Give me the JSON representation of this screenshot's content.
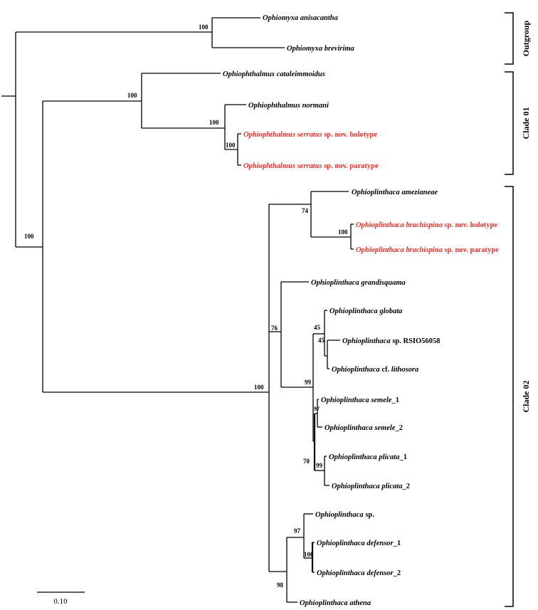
{
  "taxa": {
    "t1": {
      "genus": "Ophiomyxa",
      "epithet": "anisacantha",
      "suffix": "",
      "color": "#000000"
    },
    "t2": {
      "genus": "Ophiomyxa",
      "epithet": "brevirima",
      "suffix": "",
      "color": "#000000"
    },
    "t3": {
      "genus": "Ophiophthalmus",
      "epithet": "cataleimmoidus",
      "suffix": "",
      "color": "#000000"
    },
    "t4": {
      "genus": "Ophiophthalmus",
      "epithet": "normani",
      "suffix": "",
      "color": "#000000"
    },
    "t5": {
      "genus": "Ophiophthalmus",
      "epithet": "serratus",
      "suffix": "sp. nov. holotype",
      "color": "#e8302a"
    },
    "t6": {
      "genus": "Ophiophthalmus",
      "epithet": "serratus",
      "suffix": "sp. nov. paratype",
      "color": "#e8302a"
    },
    "t7": {
      "genus": "Ophioplinthaca",
      "epithet": "amezianeae",
      "suffix": "",
      "color": "#000000"
    },
    "t8": {
      "genus": "Ophioplinthaca",
      "epithet": "brachispina",
      "suffix": "sp. nov. holotype",
      "color": "#e8302a"
    },
    "t9": {
      "genus": "Ophioplinthaca",
      "epithet": "brachispina",
      "suffix": "sp. nov. paratype",
      "color": "#e8302a"
    },
    "t10": {
      "genus": "Ophioplinthaca",
      "epithet": "grandisquama",
      "suffix": "",
      "color": "#000000"
    },
    "t11": {
      "genus": "Ophioplinthaca",
      "epithet": "globata",
      "suffix": "",
      "color": "#000000"
    },
    "t12": {
      "genus": "Ophioplinthaca",
      "epithet": "",
      "suffix": "sp. RSIO56058",
      "color": "#000000"
    },
    "t13": {
      "genus": "Ophioplinthaca",
      "epithet": "lithosora",
      "prefix": "cf.",
      "suffix": "",
      "color": "#000000"
    },
    "t14": {
      "genus": "Ophioplinthaca",
      "epithet": "semele",
      "suffix": "_1",
      "color": "#000000"
    },
    "t15": {
      "genus": "Ophioplinthaca",
      "epithet": "semele",
      "suffix": "_2",
      "color": "#000000"
    },
    "t16": {
      "genus": "Ophioplinthaca",
      "epithet": "plicata",
      "suffix": "_1",
      "color": "#000000"
    },
    "t17": {
      "genus": "Ophioplinthaca",
      "epithet": "plicata",
      "suffix": "_2",
      "color": "#000000"
    },
    "t18": {
      "genus": "Ophioplinthaca",
      "epithet": "",
      "suffix": "sp.",
      "color": "#000000"
    },
    "t19": {
      "genus": "Ophioplinthaca",
      "epithet": "defensor",
      "suffix": "_1",
      "color": "#000000"
    },
    "t20": {
      "genus": "Ophioplinthaca",
      "epithet": "defensor",
      "suffix": "_2",
      "color": "#000000"
    },
    "t21": {
      "genus": "Ophioplinthaca",
      "epithet": "athena",
      "suffix": "",
      "color": "#000000"
    }
  },
  "support": {
    "ophiomyxa": "100",
    "ophiophthalmus": "100",
    "normani_serratus": "100",
    "serratus": "100",
    "root_ingroup": "100",
    "ophioplinthaca": "100",
    "amez_brach": "74",
    "brachispina": "100",
    "main_core": "76",
    "globata_group": "99",
    "globata_sub": "45",
    "rsio_lith": "45",
    "semele": "97",
    "semele_plicata": "70",
    "plicata": "99",
    "defensor_group": "97",
    "defensor": "100",
    "athena_group": "98"
  },
  "clades": {
    "outgroup": "Outgroup",
    "clade01": "Clade 01",
    "clade02": "Clade 02"
  },
  "scale_bar": {
    "value": "0.10"
  }
}
